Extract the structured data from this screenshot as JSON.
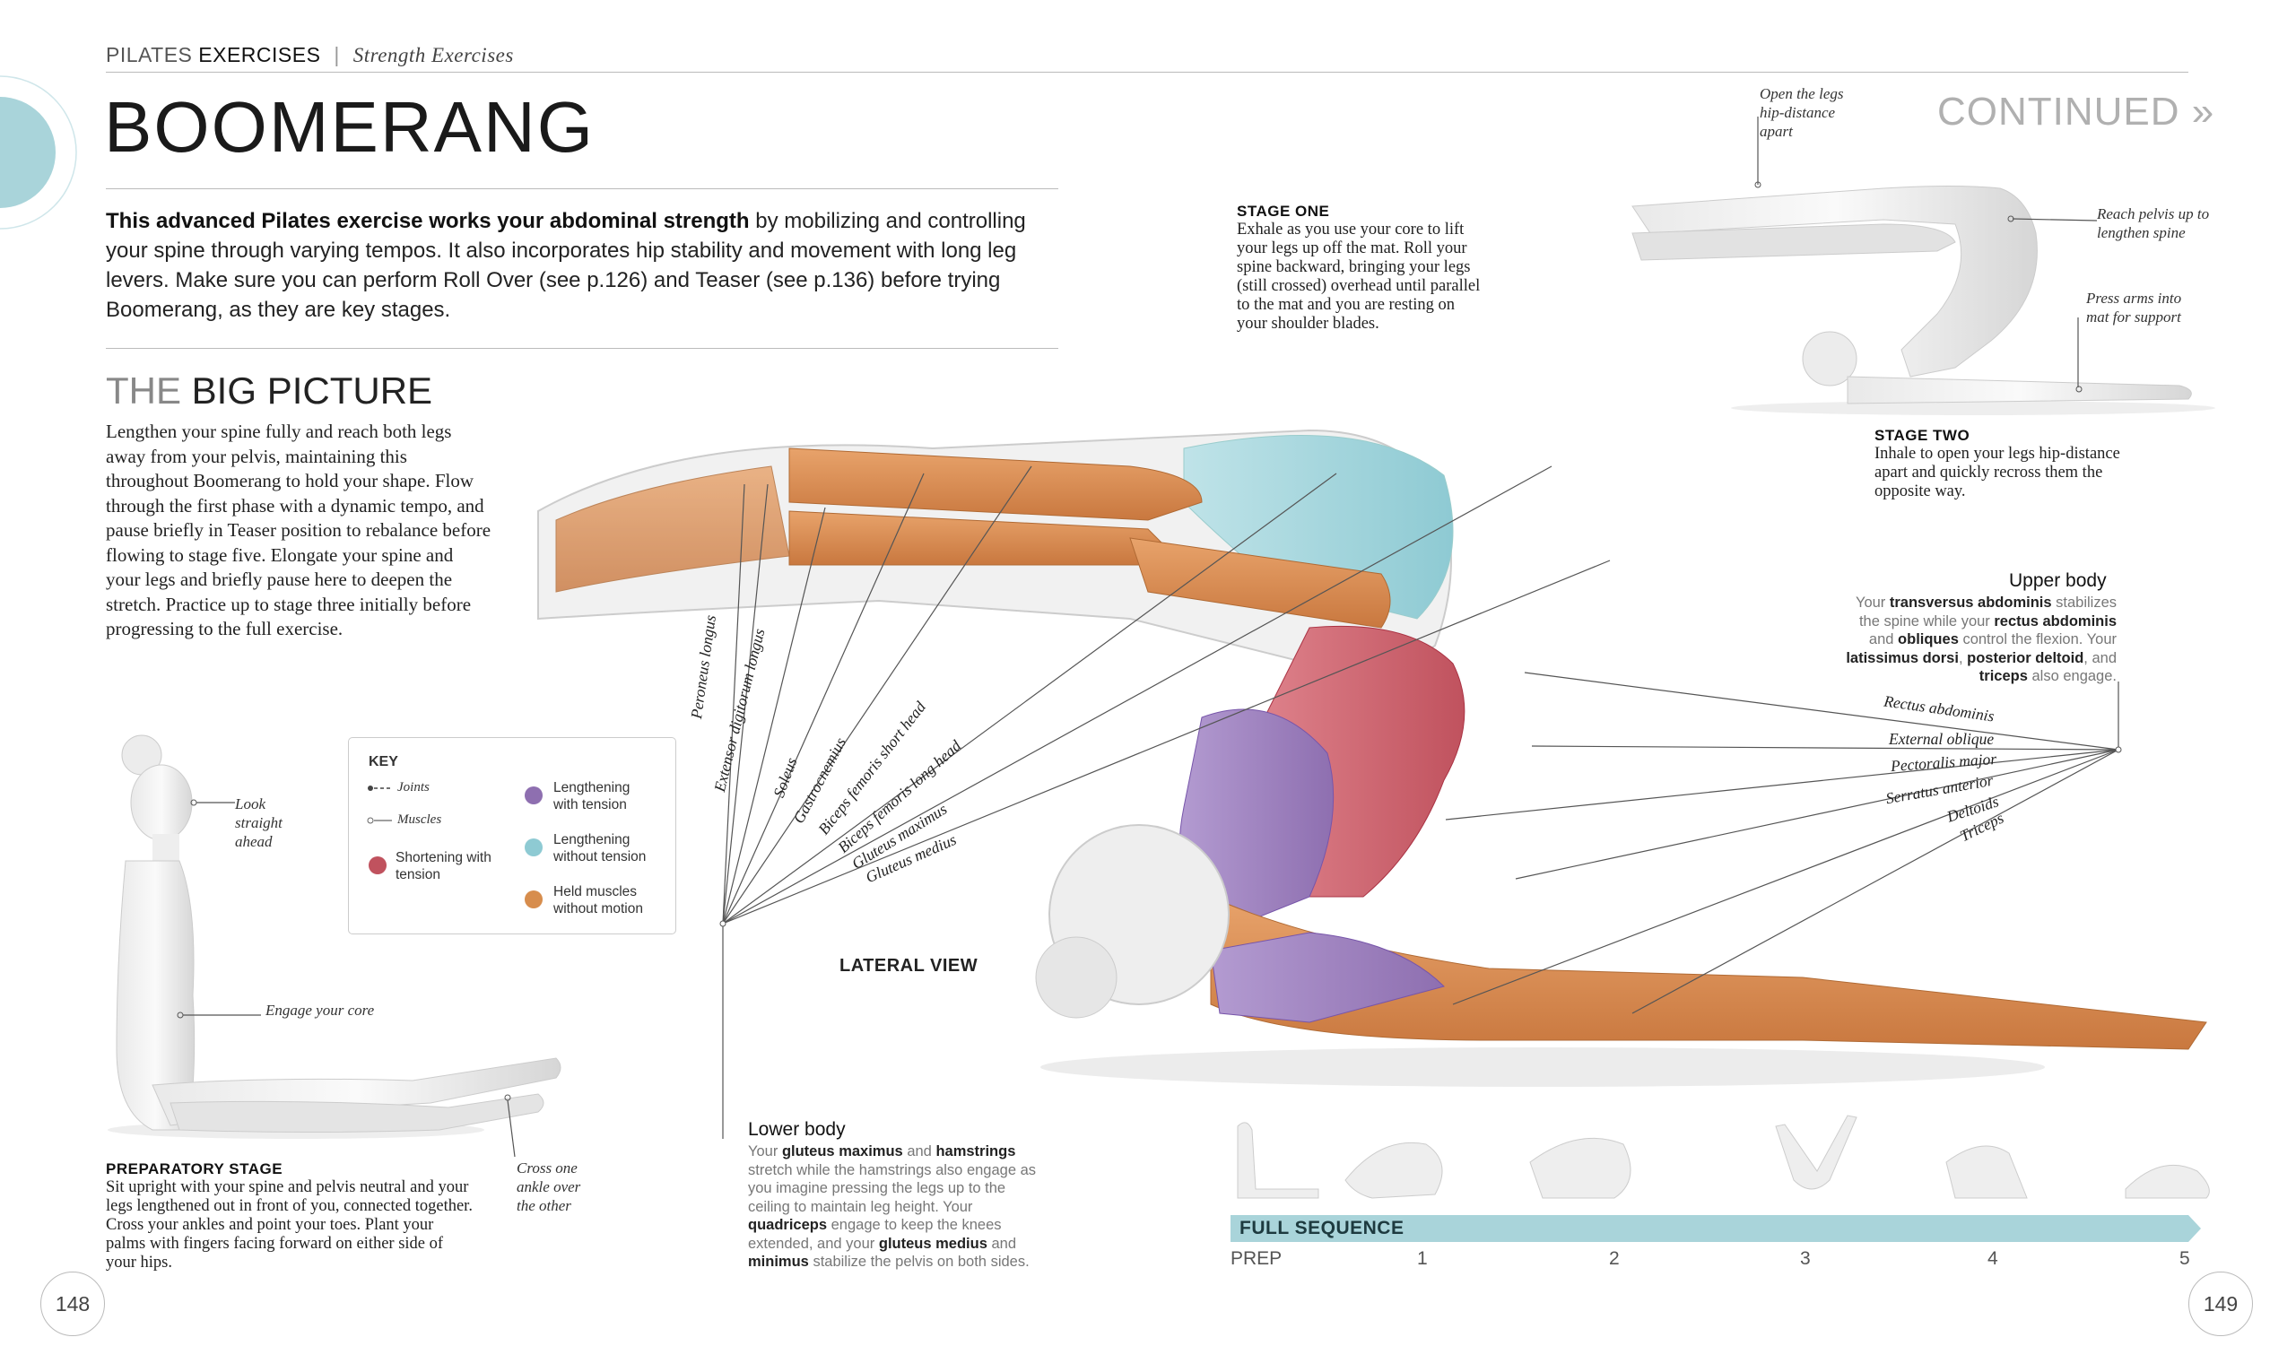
{
  "header": {
    "section_light": "PILATES",
    "section": "EXERCISES",
    "subsection": "Strength Exercises",
    "title": "BOOMERANG",
    "continued": "CONTINUED »"
  },
  "intro": {
    "bold": "This advanced Pilates exercise works your abdominal strength",
    "rest": " by mobilizing and controlling your spine through varying tempos. It also incorporates hip stability and movement with long leg levers. Make sure you can perform Roll Over (see p.126) and Teaser (see p.136) before trying Boomerang, as they are key stages."
  },
  "big_picture": {
    "title_light": "THE",
    "title": "BIG PICTURE",
    "text": "Lengthen your spine fully and reach both legs away from your pelvis, maintaining this throughout Boomerang to hold your shape. Flow through the first phase with a dynamic tempo, and pause briefly in Teaser position to rebalance before flowing to stage five. Elongate your spine and your legs and briefly pause here to deepen the stretch. Practice up to stage three initially before progressing to the full exercise."
  },
  "key": {
    "title": "KEY",
    "joints": "Joints",
    "muscles": "Muscles",
    "shortening": "Shortening with tension",
    "lengthening_tension": "Lengthening with tension",
    "lengthening_no_tension": "Lengthening without tension",
    "held": "Held muscles without motion",
    "colors": {
      "shortening": "#c0525e",
      "lengthening_tension": "#8e6fb0",
      "lengthening_no_tension": "#8ecad3",
      "held": "#d78d4d"
    }
  },
  "preparatory": {
    "head": "PREPARATORY STAGE",
    "text": "Sit upright with your spine and pelvis neutral and your legs lengthened out in front of you, connected together. Cross your ankles and point your toes. Plant your palms with fingers facing forward on either side of your hips.",
    "anno_look": "Look straight ahead",
    "anno_core": "Engage your core",
    "anno_ankle": "Cross one ankle over the other"
  },
  "stage_one": {
    "head": "STAGE ONE",
    "text": "Exhale as you use your core to lift your legs up off the mat. Roll your spine backward, bringing your legs (still crossed) overhead until parallel to the mat and you are resting on your shoulder blades."
  },
  "stage_two": {
    "head": "STAGE TWO",
    "text": "Inhale to open your legs hip-distance apart and quickly recross them the opposite way.",
    "anno_open": "Open the legs hip-distance apart",
    "anno_reach": "Reach pelvis up to lengthen spine",
    "anno_press": "Press arms into mat for support"
  },
  "upper_body": {
    "head_bold": "Upper",
    "head": " body",
    "text_parts": [
      {
        "t": "Your ",
        "b": false
      },
      {
        "t": "transversus abdominis",
        "b": true
      },
      {
        "t": " stabilizes the spine while your ",
        "b": false
      },
      {
        "t": "rectus abdominis",
        "b": true
      },
      {
        "t": " and ",
        "b": false
      },
      {
        "t": "obliques",
        "b": true
      },
      {
        "t": " control the flexion. Your ",
        "b": false
      },
      {
        "t": "latissimus dorsi",
        "b": true
      },
      {
        "t": ", ",
        "b": false
      },
      {
        "t": "posterior deltoid",
        "b": true
      },
      {
        "t": ", and ",
        "b": false
      },
      {
        "t": "triceps",
        "b": true
      },
      {
        "t": " also engage.",
        "b": false
      }
    ],
    "muscles": [
      "Rectus abdominis",
      "External oblique",
      "Pectoralis major",
      "Serratus anterior",
      "Deltoids",
      "Triceps"
    ]
  },
  "lower_body": {
    "head_bold": "Lower",
    "head": " body",
    "text_parts": [
      {
        "t": "Your ",
        "b": false
      },
      {
        "t": "gluteus maximus",
        "b": true
      },
      {
        "t": " and ",
        "b": false
      },
      {
        "t": "hamstrings",
        "b": true
      },
      {
        "t": " stretch while the hamstrings also engage as you imagine pressing the legs up to the ceiling to maintain leg height. Your ",
        "b": false
      },
      {
        "t": "quadriceps",
        "b": true
      },
      {
        "t": " engage to keep the knees extended, and your ",
        "b": false
      },
      {
        "t": "gluteus medius",
        "b": true
      },
      {
        "t": " and ",
        "b": false
      },
      {
        "t": "minimus",
        "b": true
      },
      {
        "t": " stabilize the pelvis on both sides.",
        "b": false
      }
    ],
    "muscles": [
      "Peroneus longus",
      "Extensor digitorum longus",
      "Soleus",
      "Gastrocnemius",
      "Biceps femoris short head",
      "Biceps femoris long head",
      "Gluteus maximus",
      "Gluteus medius"
    ]
  },
  "lateral_view": "LATERAL VIEW",
  "sequence": {
    "label": "FULL SEQUENCE",
    "steps": [
      "PREP",
      "1",
      "2",
      "3",
      "4",
      "5"
    ]
  },
  "pages": {
    "left": "148",
    "right": "149"
  }
}
